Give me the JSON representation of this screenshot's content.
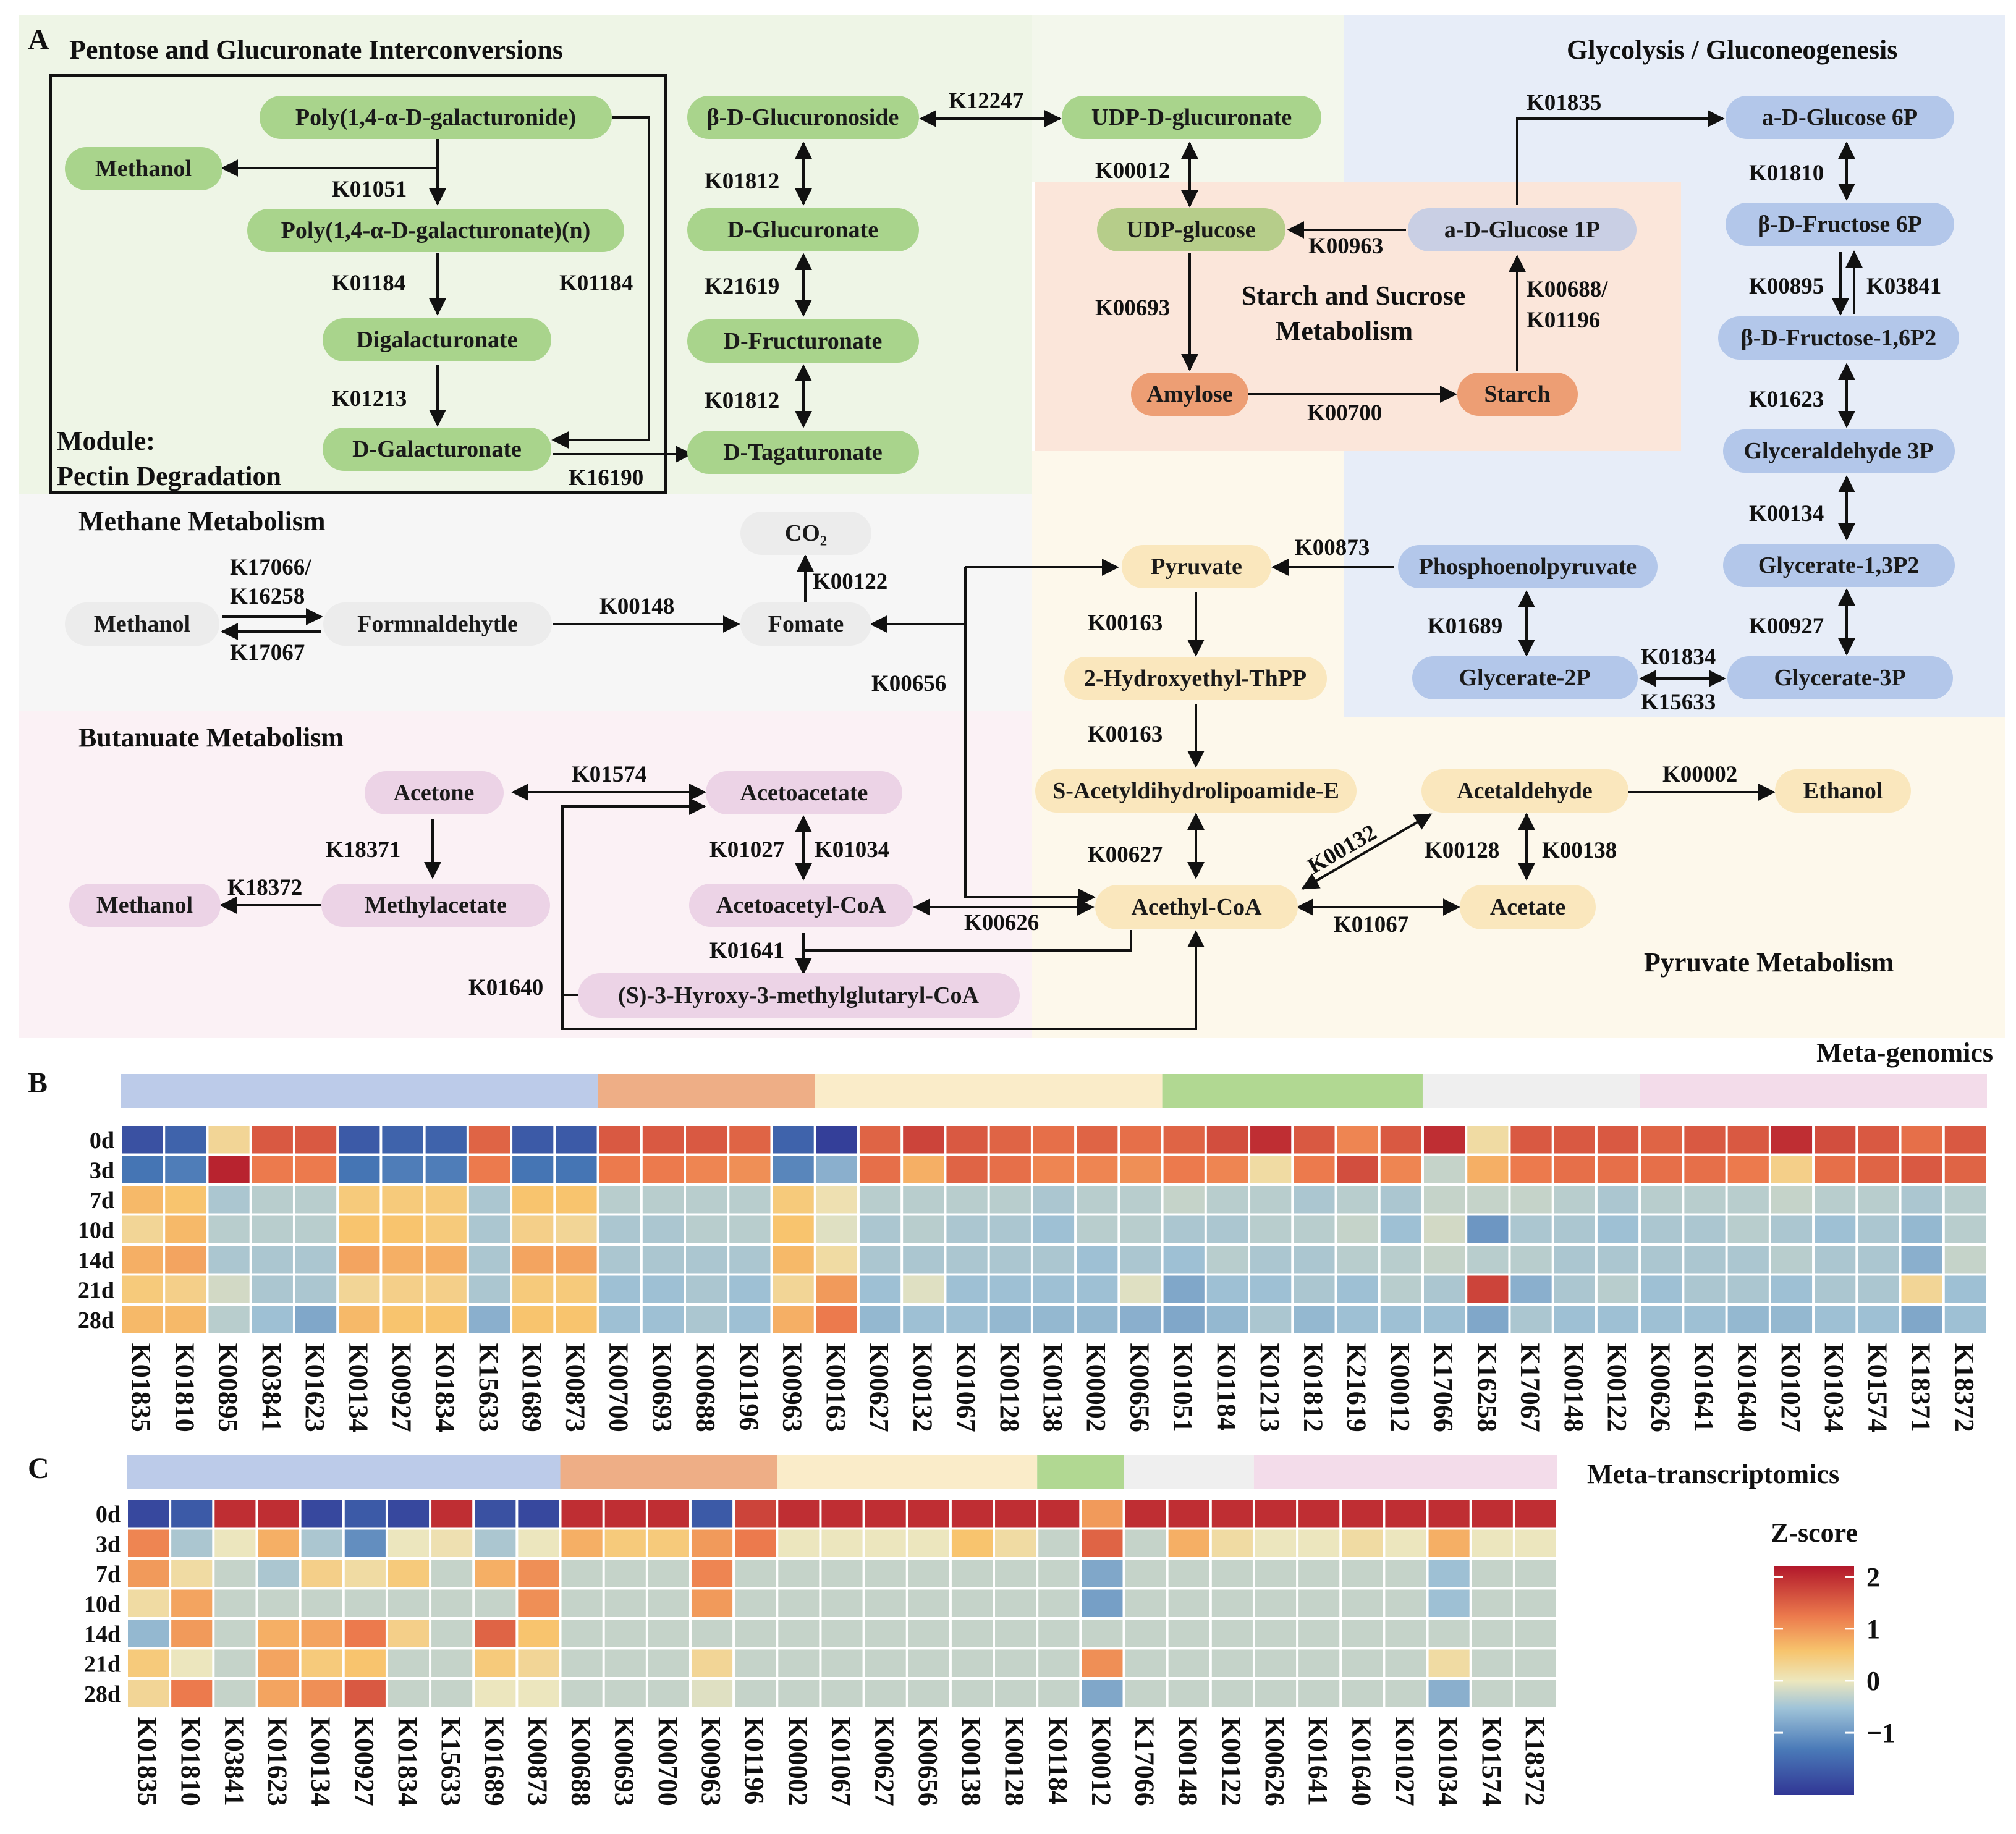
{
  "panel_labels": {
    "a": "A",
    "b": "B",
    "c": "C"
  },
  "regions": {
    "pentose": {
      "title": "Pentose and Glucuronate Interconversions",
      "color": "#eef5e6"
    },
    "glycolysis": {
      "title": "Glycolysis / Gluconeogenesis",
      "color": "#e7edf8"
    },
    "starch": {
      "title_line1": "Starch and Sucrose",
      "title_line2": "Metabolism",
      "color": "#fbe6da"
    },
    "methane": {
      "title": "Methane Metabolism",
      "color": "#f6f6f6"
    },
    "butanoate": {
      "title": "Butanuate Metabolism",
      "color": "#fbf1f5"
    },
    "pyruvate": {
      "title": "Pyruvate Metabolism",
      "color": "#fdf8eb"
    },
    "module": {
      "line1": "Module:",
      "line2": "Pectin Degradation"
    }
  },
  "node_colors": {
    "green": "#a9d48c",
    "blue": "#b3c7ea",
    "orange": "#ed9e74",
    "yellow": "#fae7bd",
    "gray": "#ececec",
    "pink": "#ecd3e6",
    "olive": "#b6cd8a",
    "bluegray": "#c9cfe4"
  },
  "nodes": {
    "n_polygal": "Poly(1,4-α-D-galacturonide)",
    "n_methanol_a": "Methanol",
    "n_polygaln": "Poly(1,4-α-D-galacturonate)(n)",
    "n_digal": "Digalacturonate",
    "n_dgal": "D-Galacturonate",
    "n_bglucuronoside": "β-D-Glucuronoside",
    "n_dglucuronate": "D-Glucuronate",
    "n_dfructuronate": "D-Fructuronate",
    "n_dtagaturonate": "D-Tagaturonate",
    "n_udpglucuronate": "UDP-D-glucuronate",
    "n_udpglucose": "UDP-glucose",
    "n_adglucose1p": "a-D-Glucose 1P",
    "n_amylose": "Amylose",
    "n_starch": "Starch",
    "n_adglucose6p": "a-D-Glucose 6P",
    "n_bdfructose6p": "β-D-Fructose 6P",
    "n_bdfructose16p2": "β-D-Fructose-1,6P2",
    "n_glyceraldehyde3p": "Glyceraldehyde 3P",
    "n_glycerate13p2": "Glycerate-1,3P2",
    "n_glycerate3p": "Glycerate-3P",
    "n_glycerate2p": "Glycerate-2P",
    "n_pep": "Phosphoenolpyruvate",
    "n_pyruvate": "Pyruvate",
    "n_co2": "CO₂",
    "n_fomate": "Fomate",
    "n_methanol_m": "Methanol",
    "n_formaldehyde": "Formnaldehytle",
    "n_hydroxyethyl": "2-Hydroxyethyl-ThPP",
    "n_sacetyl": "S-Acetyldihydrolipoamide-E",
    "n_acetaldehyde": "Acetaldehyde",
    "n_ethanol": "Ethanol",
    "n_acetylcoa": "Acethyl-CoA",
    "n_acetate": "Acetate",
    "n_acetone": "Acetone",
    "n_acetoacetate": "Acetoacetate",
    "n_methanol_b": "Methanol",
    "n_methylacetate": "Methylacetate",
    "n_acetoacetylcoa": "Acetoacetyl-CoA",
    "n_hmgcoa": "(S)-3-Hyroxy-3-methylglutaryl-CoA"
  },
  "enzymes": {
    "e_k01051": "K01051",
    "e_k01184a": "K01184",
    "e_k01184b": "K01184",
    "e_k01213": "K01213",
    "e_k16190": "K16190",
    "e_k12247": "K12247",
    "e_k01812a": "K01812",
    "e_k21619": "K21619",
    "e_k01812b": "K01812",
    "e_k00012": "K00012",
    "e_k00963": "K00963",
    "e_k00693": "K00693",
    "e_k00700": "K00700",
    "e_k00688": "K00688/",
    "e_k01196": "K01196",
    "e_k01835": "K01835",
    "e_k01810": "K01810",
    "e_k00895": "K00895",
    "e_k03841": "K03841",
    "e_k01623": "K01623",
    "e_k00134": "K00134",
    "e_k00927": "K00927",
    "e_k01834": "K01834",
    "e_k15633": "K15633",
    "e_k01689": "K01689",
    "e_k00873": "K00873",
    "e_k00163a": "K00163",
    "e_k00163b": "K00163",
    "e_k00122": "K00122",
    "e_k00148": "K00148",
    "e_k17066": "K17066/",
    "e_k16258": "K16258",
    "e_k17067": "K17067",
    "e_k00656": "K00656",
    "e_k00002": "K00002",
    "e_k00627": "K00627",
    "e_k00132": "K00132",
    "e_k00128": "K00128",
    "e_k00138": "K00138",
    "e_k01067": "K01067",
    "e_k00626": "K00626",
    "e_k01574": "K01574",
    "e_k18371": "K18371",
    "e_k18372": "K18372",
    "e_k01027": "K01027",
    "e_k01034": "K01034",
    "e_k01641": "K01641",
    "e_k01640": "K01640"
  },
  "heatmap_b": {
    "title": "Meta-genomics",
    "rows": [
      "0d",
      "3d",
      "7d",
      "10d",
      "14d",
      "21d",
      "28d"
    ],
    "columns": [
      "K01835",
      "K01810",
      "K00895",
      "K03841",
      "K01623",
      "K00134",
      "K00927",
      "K01834",
      "K15633",
      "K01689",
      "K00873",
      "K00700",
      "K00693",
      "K00688",
      "K01196",
      "K00963",
      "K00163",
      "K00627",
      "K00132",
      "K01067",
      "K00128",
      "K00138",
      "K00002",
      "K00656",
      "K01051",
      "K01184",
      "K01213",
      "K01812",
      "K21619",
      "K00012",
      "K17066",
      "K16258",
      "K17067",
      "K00148",
      "K00122",
      "K00626",
      "K01641",
      "K01640",
      "K01027",
      "K01034",
      "K01574",
      "K18371",
      "K18372"
    ],
    "groups": [
      {
        "color": "#bccbe9",
        "count": 11
      },
      {
        "color": "#eeae86",
        "count": 5
      },
      {
        "color": "#faecc9",
        "count": 8
      },
      {
        "color": "#b1d892",
        "count": 6
      },
      {
        "color": "#efefef",
        "count": 5
      },
      {
        "color": "#f3dcea",
        "count": 8
      }
    ],
    "values": [
      [
        -1.9,
        -1.7,
        0.3,
        1.6,
        1.6,
        -1.8,
        -1.7,
        -1.7,
        1.5,
        -1.8,
        -1.8,
        1.6,
        1.6,
        1.6,
        1.5,
        -1.7,
        -2.1,
        1.5,
        1.8,
        1.6,
        1.5,
        1.4,
        1.5,
        1.4,
        1.5,
        1.7,
        2.0,
        1.6,
        1.2,
        1.6,
        2.0,
        0.2,
        1.6,
        1.6,
        1.6,
        1.5,
        1.6,
        1.6,
        2.0,
        1.7,
        1.6,
        1.4,
        1.6
      ],
      [
        -1.5,
        -1.4,
        2.1,
        1.3,
        1.3,
        -1.5,
        -1.4,
        -1.4,
        1.3,
        -1.5,
        -1.5,
        1.3,
        1.3,
        1.2,
        1.1,
        -1.3,
        -0.8,
        1.4,
        0.8,
        1.5,
        1.4,
        1.2,
        1.2,
        1.1,
        1.3,
        1.2,
        0.2,
        1.3,
        1.7,
        1.2,
        -0.3,
        0.8,
        1.3,
        1.4,
        1.4,
        1.4,
        1.4,
        1.3,
        0.4,
        1.4,
        1.5,
        1.6,
        1.5
      ],
      [
        0.7,
        0.6,
        -0.5,
        -0.4,
        -0.4,
        0.5,
        0.5,
        0.5,
        -0.5,
        0.6,
        0.6,
        -0.4,
        -0.4,
        -0.4,
        -0.4,
        0.5,
        0.1,
        -0.4,
        -0.4,
        -0.4,
        -0.4,
        -0.5,
        -0.4,
        -0.4,
        -0.3,
        -0.4,
        -0.4,
        -0.5,
        -0.4,
        -0.5,
        -0.3,
        -0.3,
        -0.3,
        -0.4,
        -0.5,
        -0.4,
        -0.4,
        -0.4,
        -0.3,
        -0.4,
        -0.4,
        -0.5,
        -0.4
      ],
      [
        0.3,
        0.7,
        -0.4,
        -0.4,
        -0.4,
        0.6,
        0.6,
        0.5,
        -0.5,
        0.4,
        0.3,
        -0.5,
        -0.5,
        -0.4,
        -0.4,
        0.6,
        -0.1,
        -0.5,
        -0.4,
        -0.5,
        -0.5,
        -0.6,
        -0.4,
        -0.4,
        -0.5,
        -0.5,
        -0.4,
        -0.4,
        -0.3,
        -0.6,
        -0.2,
        -1.1,
        -0.5,
        -0.5,
        -0.6,
        -0.5,
        -0.5,
        -0.4,
        -0.5,
        -0.6,
        -0.5,
        -0.7,
        -0.4
      ],
      [
        0.8,
        0.9,
        -0.5,
        -0.5,
        -0.5,
        0.9,
        0.8,
        0.8,
        -0.5,
        0.9,
        0.9,
        -0.5,
        -0.5,
        -0.5,
        -0.5,
        0.7,
        0.2,
        -0.5,
        -0.5,
        -0.5,
        -0.5,
        -0.5,
        -0.6,
        -0.5,
        -0.6,
        -0.4,
        -0.5,
        -0.5,
        -0.4,
        -0.4,
        -0.3,
        -0.4,
        -0.4,
        -0.5,
        -0.5,
        -0.5,
        -0.5,
        -0.5,
        -0.4,
        -0.5,
        -0.5,
        -0.8,
        -0.3
      ],
      [
        0.5,
        0.4,
        -0.2,
        -0.5,
        -0.5,
        0.3,
        0.4,
        0.4,
        -0.5,
        0.5,
        0.5,
        -0.6,
        -0.6,
        -0.5,
        -0.6,
        0.3,
        1.0,
        -0.6,
        -0.1,
        -0.6,
        -0.6,
        -0.6,
        -0.6,
        -0.1,
        -0.9,
        -0.6,
        -0.6,
        -0.5,
        -0.6,
        -0.4,
        -0.5,
        1.8,
        -0.8,
        -0.5,
        -0.4,
        -0.6,
        -0.5,
        -0.5,
        -0.6,
        -0.5,
        -0.5,
        0.3,
        -0.6
      ],
      [
        0.7,
        0.7,
        -0.4,
        -0.6,
        -0.9,
        0.7,
        0.6,
        0.6,
        -0.8,
        0.6,
        0.6,
        -0.6,
        -0.6,
        -0.5,
        -0.6,
        0.8,
        1.3,
        -0.7,
        -0.6,
        -0.6,
        -0.7,
        -0.7,
        -0.7,
        -0.8,
        -0.9,
        -0.7,
        -0.5,
        -0.7,
        -0.6,
        -0.6,
        -0.6,
        -0.9,
        -0.5,
        -0.6,
        -0.6,
        -0.6,
        -0.6,
        -0.7,
        -0.7,
        -0.6,
        -0.6,
        -0.9,
        -0.6
      ]
    ]
  },
  "heatmap_c": {
    "title": "Meta-transcriptomics",
    "rows": [
      "0d",
      "3d",
      "7d",
      "10d",
      "14d",
      "21d",
      "28d"
    ],
    "columns": [
      "K01835",
      "K01810",
      "K03841",
      "K01623",
      "K00134",
      "K00927",
      "K01834",
      "K15633",
      "K01689",
      "K00873",
      "K00688",
      "K00693",
      "K00700",
      "K00963",
      "K01196",
      "K00002",
      "K01067",
      "K00627",
      "K00656",
      "K00138",
      "K00128",
      "K01184",
      "K00012",
      "K17066",
      "K00148",
      "K00122",
      "K00626",
      "K01641",
      "K01640",
      "K01027",
      "K01034",
      "K01574",
      "K18372"
    ],
    "groups": [
      {
        "color": "#bccbe9",
        "count": 10
      },
      {
        "color": "#eeae86",
        "count": 5
      },
      {
        "color": "#faecc9",
        "count": 6
      },
      {
        "color": "#b1d892",
        "count": 2
      },
      {
        "color": "#efefef",
        "count": 3
      },
      {
        "color": "#f3dcea",
        "count": 7
      }
    ],
    "values": [
      [
        -2.0,
        -1.8,
        2.0,
        2.0,
        -2.0,
        -1.8,
        -2.0,
        2.0,
        -1.9,
        -2.0,
        2.0,
        2.0,
        2.0,
        -1.8,
        1.8,
        2.0,
        2.0,
        2.0,
        2.0,
        2.0,
        2.0,
        2.0,
        1.0,
        2.0,
        2.0,
        2.0,
        2.0,
        2.0,
        2.0,
        2.0,
        2.0,
        2.0,
        2.0
      ],
      [
        1.2,
        -0.5,
        0.0,
        0.8,
        -0.5,
        -1.2,
        0.0,
        0.1,
        -0.5,
        0.0,
        0.8,
        0.5,
        0.5,
        1.0,
        1.3,
        0.0,
        0.0,
        0.0,
        0.0,
        0.6,
        0.2,
        -0.3,
        1.5,
        -0.3,
        0.8,
        0.2,
        0.0,
        0.0,
        0.2,
        0.0,
        0.8,
        0.0,
        0.0
      ],
      [
        1.0,
        0.2,
        -0.3,
        -0.5,
        0.4,
        0.2,
        0.5,
        -0.3,
        0.8,
        1.1,
        -0.3,
        -0.3,
        -0.3,
        1.2,
        -0.3,
        -0.3,
        -0.3,
        -0.3,
        -0.3,
        -0.3,
        -0.3,
        -0.3,
        -0.9,
        -0.3,
        -0.3,
        -0.3,
        -0.3,
        -0.3,
        -0.3,
        -0.3,
        -0.6,
        -0.3,
        -0.3
      ],
      [
        0.2,
        0.9,
        -0.3,
        -0.3,
        -0.3,
        -0.3,
        -0.3,
        -0.3,
        -0.3,
        1.1,
        -0.3,
        -0.3,
        -0.3,
        1.0,
        -0.3,
        -0.3,
        -0.3,
        -0.3,
        -0.3,
        -0.3,
        -0.3,
        -0.3,
        -1.0,
        -0.3,
        -0.3,
        -0.3,
        -0.3,
        -0.3,
        -0.3,
        -0.3,
        -0.6,
        -0.3,
        -0.3
      ],
      [
        -0.7,
        1.0,
        -0.3,
        0.8,
        0.9,
        1.3,
        0.4,
        -0.3,
        1.5,
        0.6,
        -0.3,
        -0.3,
        -0.3,
        -0.3,
        -0.3,
        -0.3,
        -0.3,
        -0.3,
        -0.3,
        -0.3,
        -0.3,
        -0.3,
        -0.3,
        -0.3,
        -0.3,
        -0.3,
        -0.3,
        -0.3,
        -0.3,
        -0.3,
        -0.3,
        -0.3,
        -0.3
      ],
      [
        0.5,
        0.0,
        -0.3,
        0.9,
        0.5,
        0.6,
        -0.3,
        -0.3,
        0.5,
        0.3,
        -0.3,
        -0.3,
        -0.3,
        0.3,
        -0.3,
        -0.3,
        -0.3,
        -0.3,
        -0.3,
        -0.3,
        -0.3,
        -0.3,
        1.1,
        -0.3,
        -0.3,
        -0.3,
        -0.3,
        -0.3,
        -0.3,
        -0.3,
        0.2,
        -0.3,
        -0.3
      ],
      [
        0.3,
        1.3,
        -0.3,
        0.9,
        1.1,
        1.6,
        -0.3,
        -0.3,
        0.0,
        0.0,
        -0.3,
        -0.3,
        -0.3,
        -0.1,
        -0.3,
        -0.3,
        -0.3,
        -0.3,
        -0.3,
        -0.3,
        -0.3,
        -0.3,
        -0.9,
        -0.3,
        -0.3,
        -0.3,
        -0.3,
        -0.3,
        -0.3,
        -0.3,
        -0.8,
        -0.3,
        -0.3
      ]
    ]
  },
  "legend": {
    "title": "Z-score",
    "ticks": [
      {
        "value": 2,
        "label": "2"
      },
      {
        "value": 1,
        "label": "1"
      },
      {
        "value": 0,
        "label": "0"
      },
      {
        "value": -1,
        "label": "−1"
      }
    ],
    "range": [
      -2.2,
      2.2
    ]
  }
}
